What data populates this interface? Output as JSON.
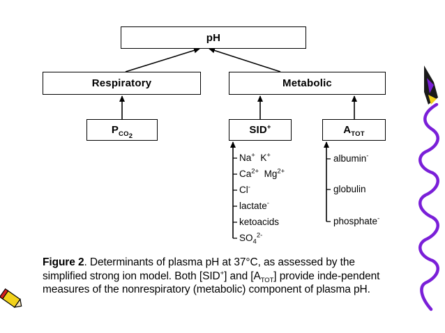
{
  "diagram": {
    "ph": "pH",
    "respiratory": "Respiratory",
    "metabolic": "Metabolic",
    "pco2": {
      "main": "P",
      "sub": "CO",
      "sub2": "2"
    },
    "sid": {
      "main": "SID",
      "sup": "+"
    },
    "atot": {
      "main": "A",
      "sub": "TOT"
    },
    "sid_components": [
      {
        "a": "Na",
        "a_sup": "+",
        "b": "K",
        "b_sup": "+"
      },
      {
        "a": "Ca",
        "a_sup": "2+",
        "b": "Mg",
        "b_sup": "2+"
      },
      {
        "a": "Cl",
        "a_sup": "-"
      },
      {
        "a": "lactate",
        "a_sup": "-"
      },
      {
        "a": "ketoacids"
      },
      {
        "a": "SO",
        "a_sub": "4",
        "a_sup": "2-"
      }
    ],
    "atot_components": [
      {
        "a": "albumin",
        "a_sup": "-"
      },
      {
        "a": "globulin"
      },
      {
        "a": "phosphate",
        "a_sup": "-"
      }
    ]
  },
  "caption": {
    "label": "Figure 2",
    "text1": ". Determinants of plasma pH at 37°C, as assessed by the simplified strong ion model. Both [SID",
    "sid_sup": "+",
    "text2": "] and [A",
    "atot_sub": "TOT",
    "text3": "] provide inde-pendent measures of the nonrespiratory (metabolic) component of plasma pH."
  },
  "colors": {
    "decor_purple": "#7a1fd8",
    "pencil_yellow": "#f2d21a",
    "pencil_red": "#d42020"
  }
}
